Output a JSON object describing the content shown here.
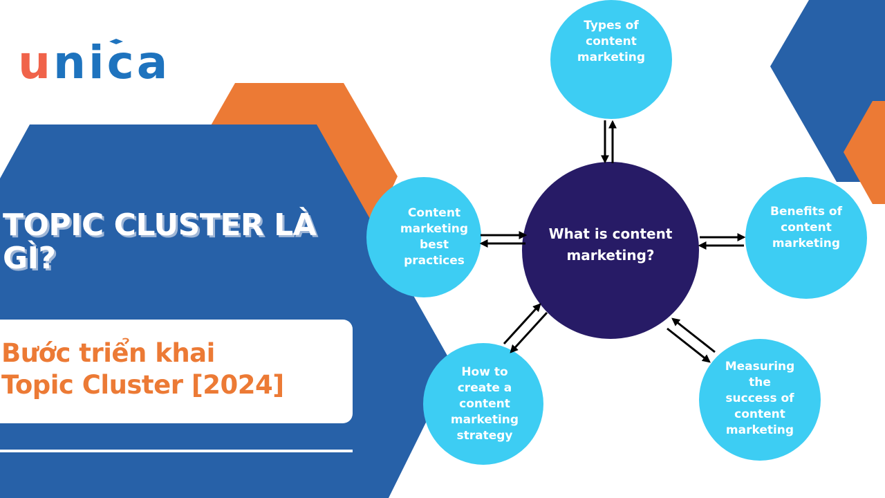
{
  "colors": {
    "brand_blue": "#2761A8",
    "brand_orange": "#EC7A35",
    "node_light": "#3DCDF3",
    "node_center": "#271B66",
    "logo_u": "#F0634A",
    "logo_rest": "#1E73BE"
  },
  "logo": {
    "first_letter": "u",
    "rest": "nica"
  },
  "headline": {
    "title": "TOPIC CLUSTER LÀ GÌ?",
    "subtitle_line1": "Bước triển khai",
    "subtitle_line2": "Topic Cluster [2024]"
  },
  "diagram": {
    "center": {
      "label": "What is content\nmarketing?"
    },
    "nodes": [
      {
        "id": "types",
        "label": "Types of\ncontent\nmarketing"
      },
      {
        "id": "benefits",
        "label": "Benefits of\ncontent\nmarketing"
      },
      {
        "id": "measure",
        "label": "Measuring\nthe\nsuccess of\ncontent\nmarketing"
      },
      {
        "id": "howto",
        "label": "How to\ncreate a\ncontent\nmarketing\nstrategy"
      },
      {
        "id": "best",
        "label": "Content\nmarketing\nbest\npractices"
      }
    ],
    "connections": [
      {
        "from": "center",
        "to": "types",
        "type": "bidirectional"
      },
      {
        "from": "center",
        "to": "benefits",
        "type": "bidirectional"
      },
      {
        "from": "center",
        "to": "measure",
        "type": "bidirectional"
      },
      {
        "from": "center",
        "to": "howto",
        "type": "bidirectional"
      },
      {
        "from": "center",
        "to": "best",
        "type": "bidirectional"
      }
    ]
  }
}
